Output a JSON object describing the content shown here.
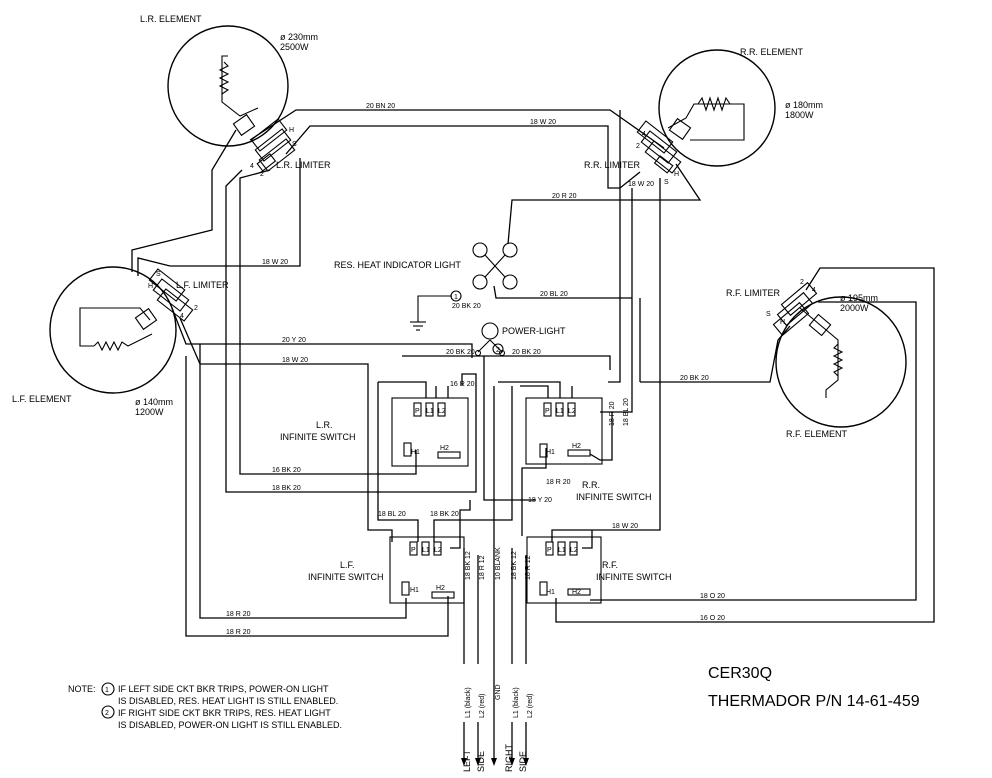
{
  "elements": {
    "lr": {
      "name": "L.R. ELEMENT",
      "size": "ø 230mm",
      "power": "2500W"
    },
    "rr": {
      "name": "R.R. ELEMENT",
      "size": "ø 180mm",
      "power": "1800W"
    },
    "lf": {
      "name": "L.F. ELEMENT",
      "size": "ø 140mm",
      "power": "1200W"
    },
    "rf": {
      "name": "R.F. ELEMENT",
      "size": "ø 195mm",
      "power": "2000W"
    }
  },
  "limiters": {
    "lr": "L.R. LIMITER",
    "rr": "R.R. LIMITER",
    "lf": "L.F. LIMITER",
    "rf": "R.F. LIMITER"
  },
  "limiter_pins": {
    "p1": "1",
    "p2": "2",
    "p4": "4",
    "s": "S",
    "h": "H"
  },
  "switches": {
    "lr": {
      "line1": "L.R.",
      "line2": "INFINITE SWITCH"
    },
    "rr": {
      "line1": "R.R.",
      "line2": "INFINITE SWITCH"
    },
    "lf": {
      "line1": "L.F.",
      "line2": "INFINITE SWITCH"
    },
    "rf": {
      "line1": "R.F.",
      "line2": "INFINITE SWITCH"
    }
  },
  "switch_pins": {
    "p": "P",
    "l1": "L1",
    "l2": "L2",
    "h1": "H1",
    "h2": "H2"
  },
  "lights": {
    "res_heat": "RES. HEAT INDICATOR LIGHT",
    "power": "POWER-LIGHT",
    "marker1": "1",
    "marker2": "2"
  },
  "wires": {
    "w20bn20": "20 BN 20",
    "w18w20_top": "18 W 20",
    "w20r20": "20 R 20",
    "w18w20_rr": "18 W 20",
    "w18w20_lf": "18 W 20",
    "w20bl20": "20 BL 20",
    "w20bk20_a": "20 BK 20",
    "w20y20": "20 Y 20",
    "w18w20_mid": "18 W 20",
    "w20bk20_b": "20 BK 20",
    "w20bk20_c": "20 BK 20",
    "w20bk20_rf": "20 BK 20",
    "w16r20": "16 R 20",
    "w18r20_v1": "18 R 20",
    "w18bl20_v": "18 BL 20",
    "w16bk20_1": "16 BK 20",
    "w18bk20_2": "18 BK 20",
    "w18bl20": "18 BL 20",
    "w18bk20_3": "18 BK 20",
    "w18r20_rr": "18 R 20",
    "w18y20": "18 Y 20",
    "w18w20_bot": "18 W 20",
    "w18bk12_a": "18 BK 12",
    "w18r12_a": "18 R 12",
    "w10blank": "10 BLANK",
    "w18bk12_b": "18 BK 12",
    "w18r12_b": "18 R 12",
    "w18r20_lf": "18 R 20",
    "w18r20_lf2": "18 R 20",
    "w18o20_a": "18 O 20",
    "w16o20_b": "16 O 20"
  },
  "supply": {
    "l1_left": "L1 (black)",
    "l2_left": "L2 (red)",
    "gnd": "GND",
    "l1_right": "L1 (black)",
    "l2_right": "L2 (red)",
    "left_side_1": "LEFT",
    "left_side_2": "SIDE",
    "right_side_1": "RIGHT",
    "right_side_2": "SIDE"
  },
  "notes": {
    "prefix": "NOTE:",
    "n1_num": "1",
    "n1_line1": "IF LEFT SIDE CKT BKR TRIPS, POWER-ON LIGHT",
    "n1_line2": "IS DISABLED, RES. HEAT LIGHT IS STILL ENABLED.",
    "n2_num": "2",
    "n2_line1": "IF RIGHT SIDE CKT BKR TRIPS, RES. HEAT LIGHT",
    "n2_line2": "IS DISABLED, POWER-ON LIGHT IS STILL ENABLED."
  },
  "model": "CER30Q",
  "part_number": "THERMADOR P/N 14-61-459"
}
